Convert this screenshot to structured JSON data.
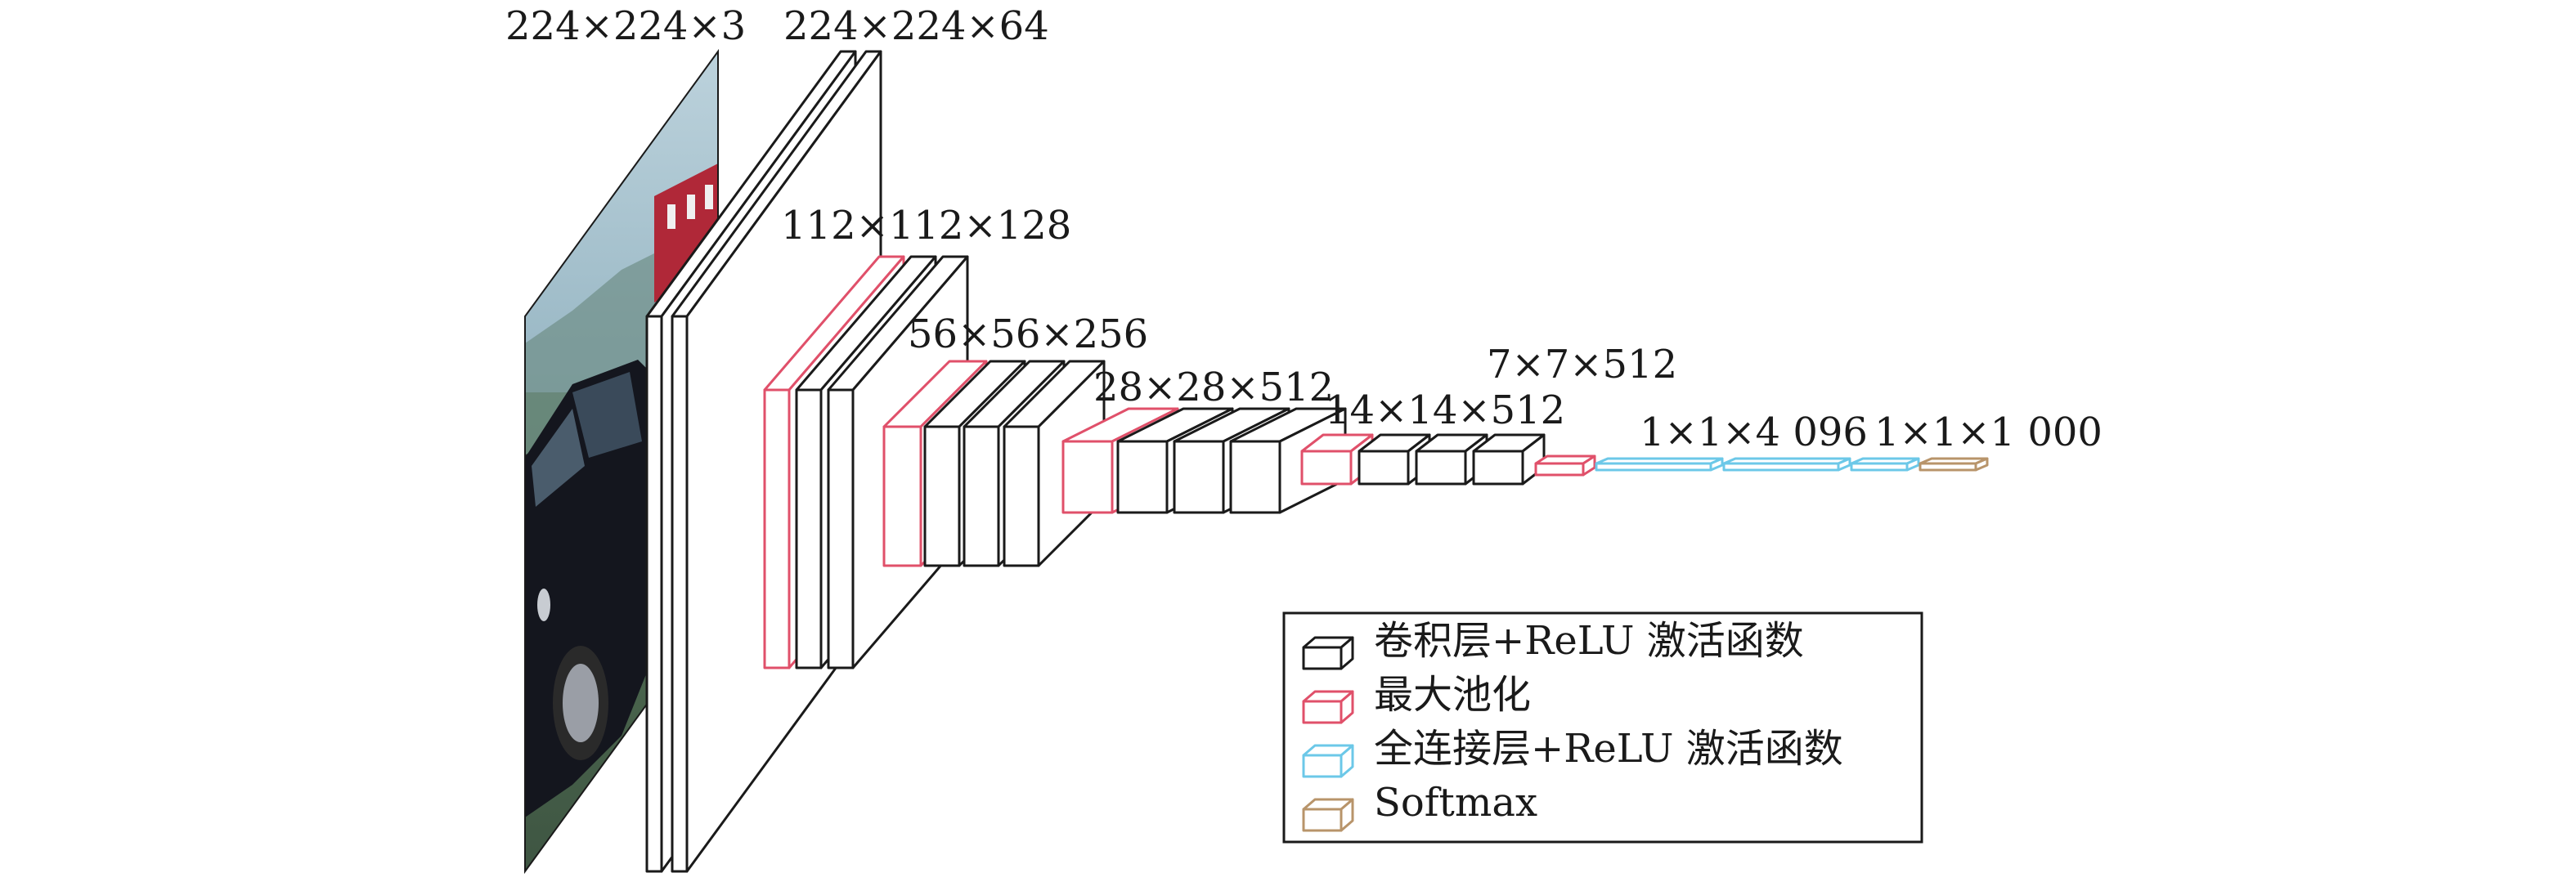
{
  "colors": {
    "conv": "#1a1a1a",
    "pool": "#e0506a",
    "fc": "#6cc8e8",
    "softmax": "#b8946a"
  },
  "labels": {
    "input": "224×224×3",
    "block1": "224×224×64",
    "block2": "112×112×128",
    "block3": "56×56×256",
    "block4": "28×28×512",
    "block5": "14×14×512",
    "block6": "7×7×512",
    "fc": "1×1×4 096",
    "softmax": "1×1×1 000"
  },
  "legend": {
    "conv": "卷积层+ReLU 激活函数",
    "pool": "最大池化",
    "fc": "全连接层+ReLU 激活函数",
    "softmax": "Softmax"
  },
  "input_image": {
    "icon": "car-photo-icon"
  }
}
